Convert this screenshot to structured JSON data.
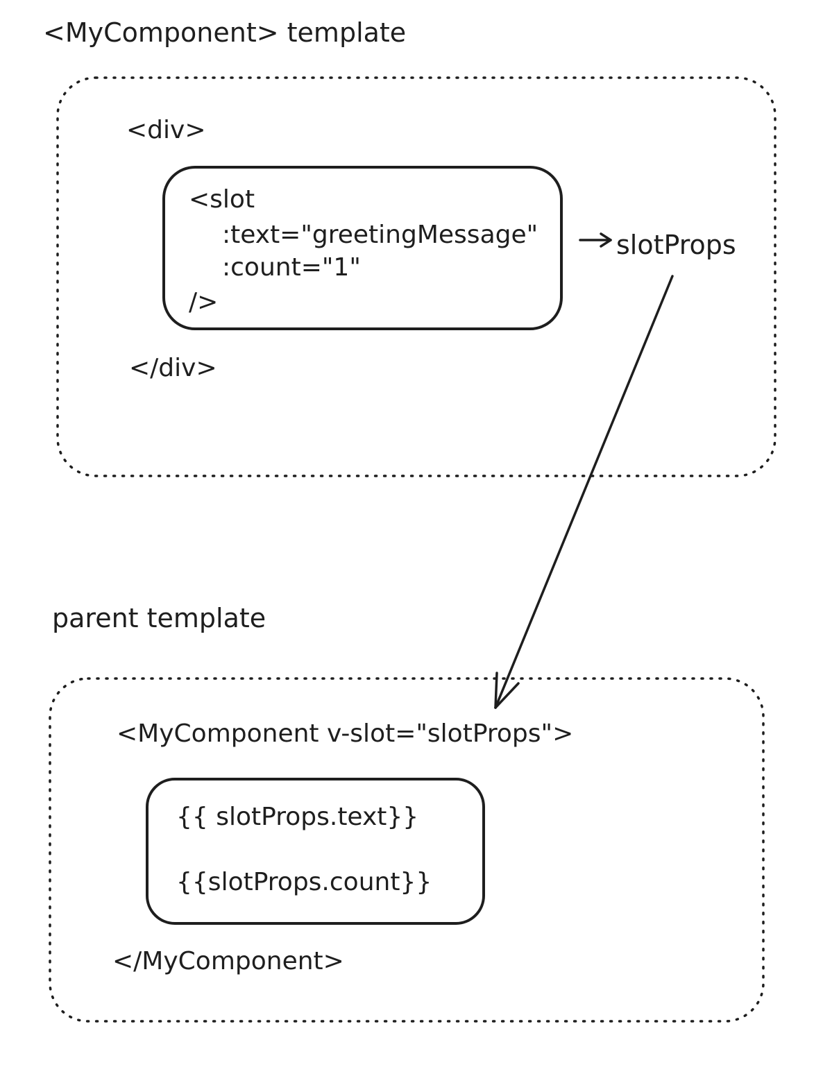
{
  "colors": {
    "stroke": "#1e1e1e",
    "background": "#ffffff"
  },
  "component_section": {
    "title": "<MyComponent> template",
    "div_open": "<div>",
    "slot_lines": [
      "<slot",
      ":text=\"greetingMessage\"",
      ":count=\"1\"",
      "/>"
    ],
    "div_close": "</div>"
  },
  "slot_props_label": "slotProps",
  "parent_section": {
    "title": "parent template",
    "component_open": "<MyComponent v-slot=\"slotProps\">",
    "content_lines": [
      "{{ slotProps.text}}",
      "{{slotProps.count}}"
    ],
    "component_close": "</MyComponent>"
  }
}
